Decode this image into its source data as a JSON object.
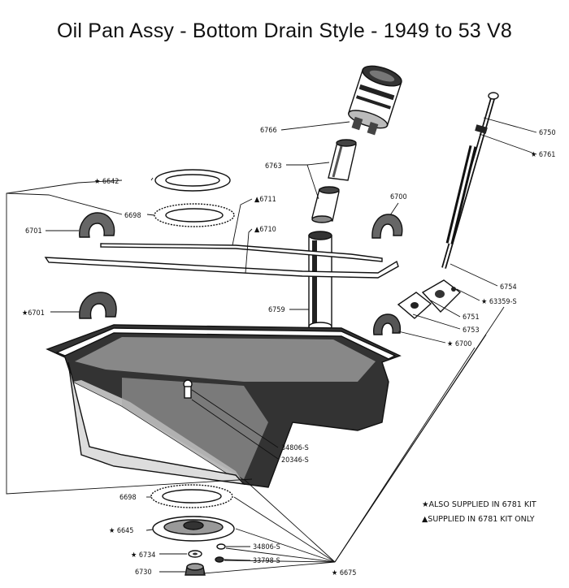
{
  "title": "Oil Pan Assy - Bottom Drain Style - 1949 to 53 V8",
  "labels": {
    "p6766": "6766",
    "p6763": "6763",
    "p6750": "6750",
    "p6761": "★ 6761",
    "p6642": "★ 6642",
    "p6711": "▲6711",
    "p6700top": "6700",
    "p6698top": "6698",
    "p6701top": "6701",
    "p6710": "▲6710",
    "p6754": "6754",
    "p6701mid": "★6701",
    "p6759": "6759",
    "p63359": "★ 63359-S",
    "p6751": "6751",
    "p6753": "6753",
    "p6700mid": "★ 6700",
    "p34806a": "34806-S",
    "p20346": "20346-S",
    "p6698bot": "6698",
    "p6645": "★ 6645",
    "p34806b": "34806-S",
    "p6734": "★ 6734",
    "p33798": "33798-S",
    "p6730": "6730",
    "p6675": "★ 6675"
  },
  "notes": {
    "also": "★ALSO SUPPLIED IN 6781 KIT",
    "only": "▲SUPPLIED IN 6781 KIT ONLY"
  }
}
